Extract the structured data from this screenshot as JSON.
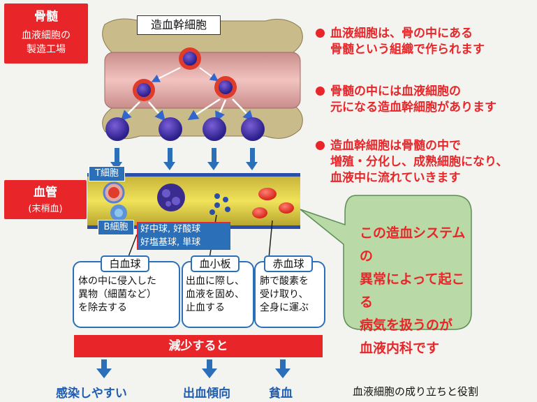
{
  "bone_marrow": {
    "label": "骨髄",
    "sub_line1": "血液細胞の",
    "sub_line2": "製造工場",
    "stem_cell_label": "造血幹細胞"
  },
  "blood_vessel": {
    "label": "血管",
    "sub": "(末梢血)",
    "t_cell": "T細胞",
    "b_cell": "B細胞",
    "granulocytes_line1": "好中球, 好酸球",
    "granulocytes_line2": "好塩基球, 単球"
  },
  "bullets": [
    {
      "line1": "血液細胞は、骨の中にある",
      "line2": "骨髄という組織で作られます"
    },
    {
      "line1": "骨髄の中には血液細胞の",
      "line2": "元になる造血幹細胞があります"
    },
    {
      "line1": "造血幹細胞は骨髄の中で",
      "line2": "増殖・分化し、成熟細胞になり、",
      "line3": "血液中に流れていきます"
    }
  ],
  "callout": {
    "line1": "この造血システムの",
    "line2": "異常によって起こる",
    "line3": "病気を扱うのが",
    "line4": "血液内科です"
  },
  "cell_boxes": [
    {
      "title": "白血球",
      "line1": "体の中に侵入した",
      "line2": "異物（細菌など）",
      "line3": "を除去する"
    },
    {
      "title": "血小板",
      "line1": "出血に際し、",
      "line2": "血液を固め、",
      "line3": "止血する"
    },
    {
      "title": "赤血球",
      "line1": "肺で酸素を",
      "line2": "受け取り、",
      "line3": "全身に運ぶ"
    }
  ],
  "decrease_bar": "減少すると",
  "effects": [
    "感染しやすい",
    "出血傾向",
    "貧血"
  ],
  "caption": "血液細胞の成り立ちと役割",
  "colors": {
    "red": "#e8262a",
    "blue": "#2b6fb8",
    "callout_green": "#b9d9a7",
    "vessel_yellow": "#e7d64a"
  }
}
